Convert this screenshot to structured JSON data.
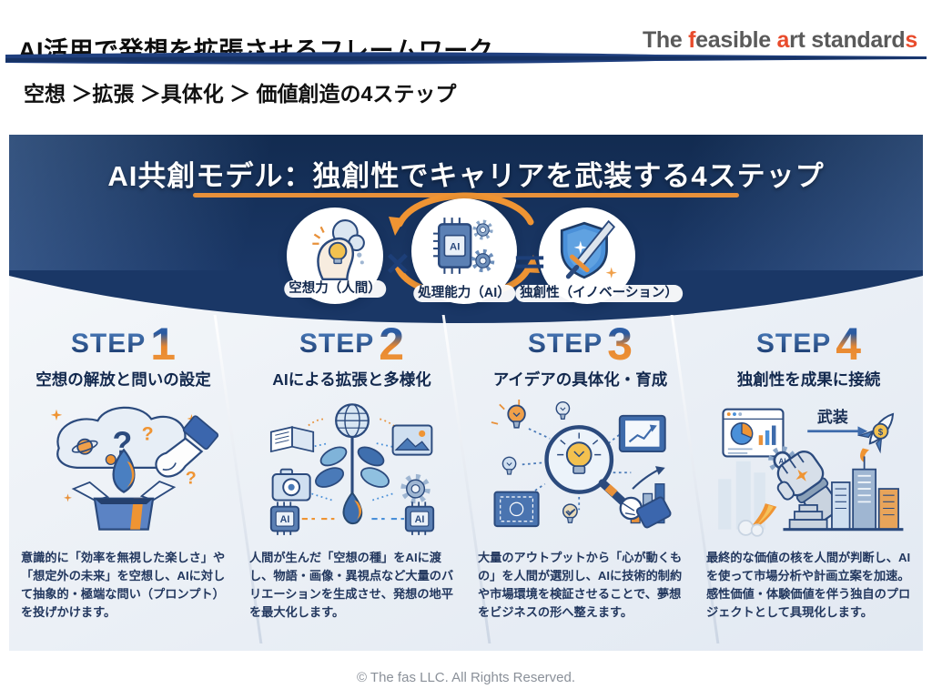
{
  "header": {
    "title": "AI活用で発想を拡張させるフレームワーク",
    "subtitle": "空想 ＞拡張 ＞具体化 ＞ 価値創造の4ステップ"
  },
  "logo": {
    "segments": [
      {
        "text": "The "
      },
      {
        "text": "f"
      },
      {
        "text": "easible "
      },
      {
        "text": "a"
      },
      {
        "text": "rt standard"
      },
      {
        "text": "s"
      }
    ],
    "gray_color": "#5a5a5a",
    "red_color": "#e84b2c"
  },
  "infographic": {
    "banner_title": "AI共創モデル：独創性でキャリアを武装する4ステップ",
    "ai_label": "AI",
    "formula": {
      "items": [
        {
          "label": "空想力（人間）",
          "icon": "head-lightbulb-icon"
        },
        {
          "label": "処理能力（AI）",
          "icon": "ai-chip-gears-icon"
        },
        {
          "label": "独創性（イノベーション）",
          "icon": "shield-sword-icon"
        }
      ],
      "multiply": "×",
      "equals": "＝"
    },
    "steps": [
      {
        "step_label": "STEP",
        "number": "1",
        "title": "空想の解放と問いの設定",
        "description": "意識的に「効率を無視した楽しさ」や「想定外の未来」を空想し、AIに対して抽象的・極端な問い（プロンプト）を投げかけます。",
        "question_mark": "?"
      },
      {
        "step_label": "STEP",
        "number": "2",
        "title": "AIによる拡張と多様化",
        "description": "人間が生んだ「空想の種」をAIに渡し、物語・画像・異視点など大量のバリエーションを生成させ、発想の地平を最大化します。"
      },
      {
        "step_label": "STEP",
        "number": "3",
        "title": "アイデアの具体化・育成",
        "description": "大量のアウトプットから「心が動くもの」を人間が選別し、AIに技術的制約や市場環境を検証させることで、夢想をビジネスの形へ整えます。"
      },
      {
        "step_label": "STEP",
        "number": "4",
        "title": "独創性を成果に接続",
        "description": "最終的な価値の核を人間が判断し、AIを使って市場分析や計画立案を加速。感性価値・体験価値を伴う独自のプロジェクトとして具現化します。",
        "annotation": "武装",
        "coin_symbol": "$"
      }
    ]
  },
  "footer": {
    "copyright": "© The fas LLC. All Rights Reserved."
  },
  "colors": {
    "banner_navy": "#18365f",
    "accent_orange": "#e8913a",
    "step_blue": "#1d4b8f",
    "text_navy": "#22375e",
    "brush_navy": "#20407f"
  }
}
